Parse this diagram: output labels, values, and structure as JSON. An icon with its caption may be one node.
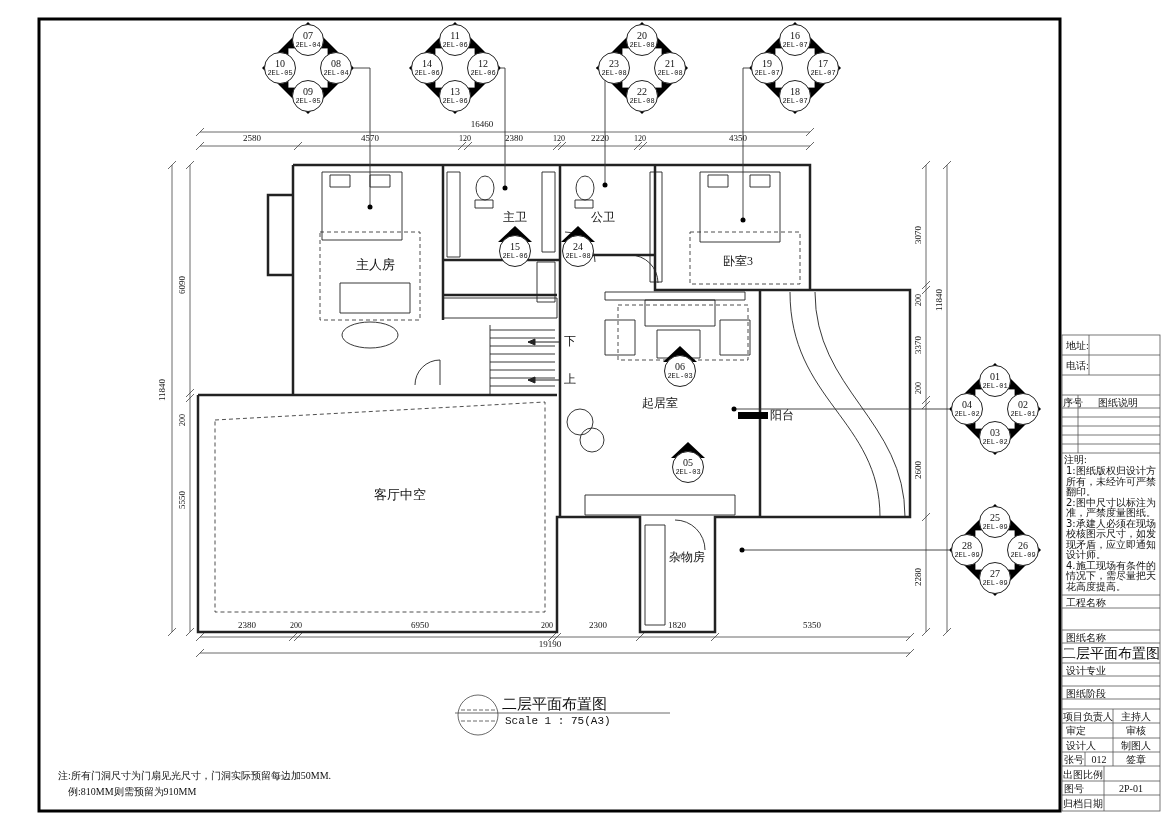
{
  "diagram": {
    "title": "二层平面布置图",
    "nodes": [
      {
        "text": [
          "07",
          "2EL-04",
          "10",
          "2EL-05",
          "08",
          "2EL-04",
          "09",
          "2EL-05"
        ]
      },
      {
        "text": [
          "11",
          "2EL-06",
          "14",
          "2EL-06",
          "12",
          "2EL-06",
          "13",
          "2EL-06"
        ]
      },
      {
        "text": [
          "20",
          "2EL-08",
          "23",
          "2EL-08",
          "21",
          "2EL-08",
          "22",
          "2EL-08"
        ]
      },
      {
        "text": [
          "16",
          "2EL-07",
          "19",
          "2EL-07",
          "17",
          "2EL-07",
          "18",
          "2EL-07"
        ]
      },
      {
        "text": [
          "01",
          "2EL-01",
          "04",
          "2EL-02",
          "02",
          "2EL-01",
          "03",
          "2EL-02"
        ]
      },
      {
        "text": [
          "25",
          "2EL-09",
          "28",
          "2EL-09",
          "26",
          "2EL-09",
          "27",
          "2EL-09"
        ]
      },
      {
        "text": [
          "15",
          "2EL-06"
        ]
      },
      {
        "text": [
          "24",
          "2EL-08"
        ]
      },
      {
        "text": [
          "06",
          "2EL-03"
        ]
      },
      {
        "text": [
          "05",
          "2EL-03"
        ]
      }
    ],
    "edges": [
      {
        "from": 0,
        "to": null,
        "arrow": "other"
      },
      {
        "from": 1,
        "to": null,
        "arrow": "other"
      },
      {
        "from": 2,
        "to": null,
        "arrow": "other"
      },
      {
        "from": 3,
        "to": null,
        "arrow": "other"
      },
      {
        "from": 4,
        "to": null,
        "arrow": "other"
      },
      {
        "from": 5,
        "to": null,
        "arrow": "other"
      }
    ],
    "labels": [
      "主人房",
      "主卫",
      "公卫",
      "卧室3",
      "下",
      "上",
      "起居室",
      "阳台",
      "客厅中空",
      "杂物房",
      "16460",
      "2580",
      "4570",
      "120",
      "2380",
      "120",
      "2220",
      "120",
      "4350",
      "2380",
      "200",
      "6950",
      "200",
      "2300",
      "1820",
      "5350",
      "19190",
      "6090",
      "11840",
      "200",
      "5550",
      "3070",
      "200",
      "3370",
      "11840",
      "200",
      "2600",
      "2280",
      "Scale 1 : 75(A3)",
      "注:所有门洞尺寸为门扇见光尺寸，门洞实际预留每边加50MM.",
      "例:810MM则需预留为910MM",
      "地址:",
      "电话:",
      "序号",
      "图纸说明",
      "注明:",
      "1:图纸版权归设计方所有，未经许可严禁翻印。",
      "2:图中尺寸以标注为准，严禁度量图纸。",
      "3:承建人必须在现场校核图示尺寸，如发现矛盾，应立即通知设计师。",
      "4.施工现场有条件的情况下，需尽量把天花高度提高。",
      "工程名称",
      "图纸名称",
      "二层平面布置图",
      "设计专业",
      "图纸阶段",
      "项目负责人",
      "主持人",
      "审定",
      "审核",
      "设计人",
      "制图人",
      "张号",
      "012",
      "签章",
      "出图比例",
      "图号",
      "2P-01",
      "归档日期"
    ]
  }
}
